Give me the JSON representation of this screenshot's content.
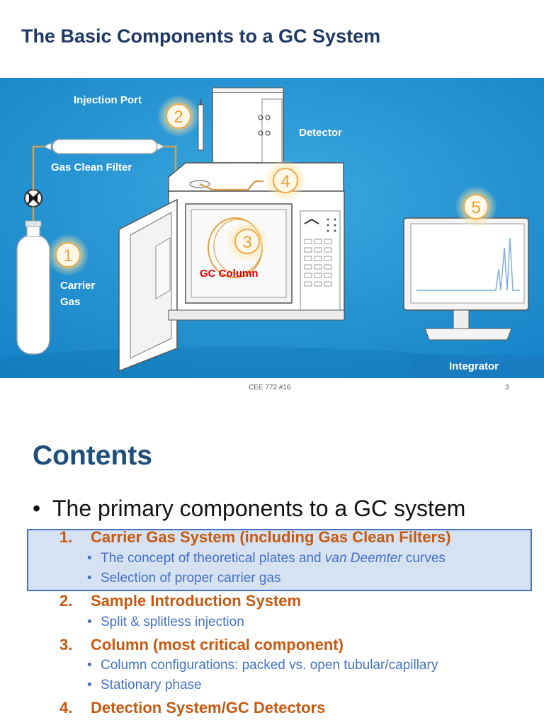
{
  "slide1": {
    "title": "The Basic Components to a GC System",
    "labels": {
      "injection_port": "Injection Port",
      "detector": "Detector",
      "gas_clean_filter": "Gas Clean Filter",
      "gc_column": "GC Column",
      "carrier": "Carrier",
      "gas": "Gas",
      "integrator": "Integrator"
    },
    "badges": [
      "1",
      "2",
      "3",
      "4",
      "5"
    ],
    "footer": {
      "course": "CEE 772  #16",
      "page": "3"
    },
    "colors": {
      "background": "#1a8fd0",
      "badge_ring": "#f4b860",
      "column_label": "#e00000"
    }
  },
  "slide2": {
    "title": "Contents",
    "bullet": "The primary components to a GC system",
    "items": [
      {
        "num": "1.",
        "text": "Carrier Gas System (including Gas Clean Filters)"
      },
      {
        "num": "2.",
        "text": "Sample Introduction System"
      },
      {
        "num": "3.",
        "text": "Column (most critical component)"
      },
      {
        "num": "4.",
        "text": "Detection System/GC Detectors"
      }
    ],
    "sub1a_pre": "The concept of theoretical plates and ",
    "sub1a_em": "van Deemter",
    "sub1a_post": " curves",
    "sub1b": "Selection of proper carrier gas",
    "sub2a": "Split & splitless injection",
    "sub3a": "Column configurations: packed vs. open tubular/capillary",
    "sub3b": "Stationary phase",
    "colors": {
      "title": "#1f4e79",
      "numbered": "#c55a11",
      "sub": "#4472c4",
      "highlight_fill": "#d6e1f1",
      "highlight_border": "#4472c4"
    }
  }
}
